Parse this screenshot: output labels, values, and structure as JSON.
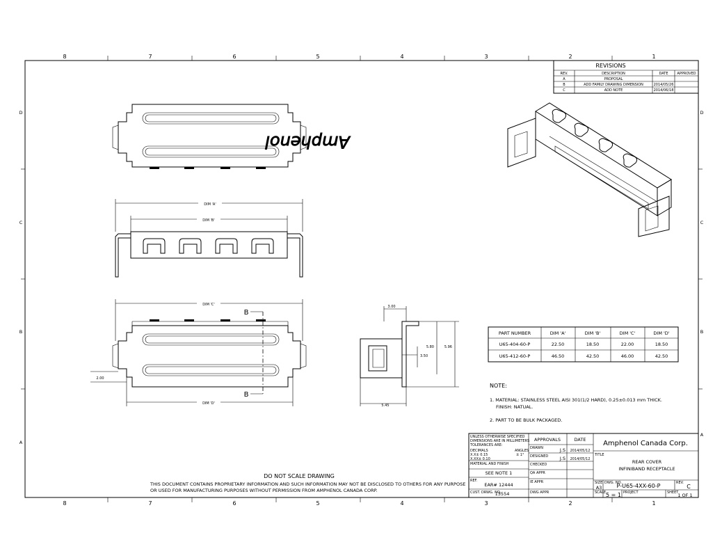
{
  "zone_columns": [
    "8",
    "7",
    "6",
    "5",
    "4",
    "3",
    "2",
    "1"
  ],
  "zone_rows": [
    "D",
    "C",
    "B",
    "A"
  ],
  "revisions": {
    "title": "REVISIONS",
    "headers": [
      "REV.",
      "DESCRIPTION",
      "DATE",
      "APPROVED"
    ],
    "rows": [
      {
        "rev": "A",
        "description": "PROPOSAL",
        "date": "",
        "approved": ""
      },
      {
        "rev": "B",
        "description": "ADD FAMILY DRAWING DIMENSION",
        "date": "2014/05/26",
        "approved": ""
      },
      {
        "rev": "C",
        "description": "ADD NOTE",
        "date": "2014/06/18",
        "approved": ""
      }
    ]
  },
  "logo_text": "Amphenol",
  "dims": {
    "a": "DIM 'A'",
    "b": "DIM 'B'",
    "c": "DIM 'C'",
    "d": "DIM 'D'",
    "v300": "3.00",
    "v580": "5.80",
    "v596": "5.96",
    "v350": "3.50",
    "v545": "5.45",
    "v200": "2.00",
    "section": "B"
  },
  "part_table": {
    "headers": [
      "PART NUMBER",
      "DIM 'A'",
      "DIM 'B'",
      "DIM 'C'",
      "DIM 'D'"
    ],
    "rows": [
      [
        "U65-404-60-P",
        "22.50",
        "18.50",
        "22.00",
        "18.50"
      ],
      [
        "U65-412-60-P",
        "46.50",
        "42.50",
        "46.00",
        "42.50"
      ]
    ]
  },
  "notes": {
    "title": "NOTE:",
    "line1": "1. MATERIAL: STAINLESS STEEL AISI 301(1/2 HARD), 0.25±0.013 mm THICK.",
    "line1b": "FINISH: NATUAL.",
    "line2": "2. PART TO BE BULK PACKAGED."
  },
  "disclaimer": {
    "dns": "DO  NOT  SCALE  DRAWING",
    "line1": "THIS DOCUMENT CONTAINS PROPRIETARY INFORMATION AND SUCH INFORMATION MAY NOT BE DISCLOSED TO OTHERS FOR ANY PURPOSE",
    "line2": "OR USED FOR MANUFACTURING PURPOSES WITHOUT PERMISSION FROM AMPHENOL CANADA CORP."
  },
  "title_block": {
    "tol1": "UNLESS OTHERWISE SPECIFIED",
    "tol2": "DIMENSIONS ARE IN MILLIMETERS",
    "tol3": "TOLERANCES ARE:",
    "decimals": "DECIMALS",
    "angles": "ANGLES",
    "xx": "X.X±  0.15",
    "xxx": "X.XX±  0.10",
    "ang": "±  1°",
    "material_lbl": "MATERIAL AND FINISH",
    "material": "SEE NOTE 1",
    "ref_lbl": "REF.",
    "ear": "EAR# 12444",
    "cust_lbl": "CUST. DRWG. NO.",
    "cust": "13554",
    "approvals": "APPROVALS",
    "date": "DATE",
    "drawn_lbl": "DRAWN",
    "drawn": "J.S",
    "drawn_date": "2014/05/12",
    "designed_lbl": "DESIGNED",
    "designed": "J.S",
    "designed_date": "2014/05/12",
    "checked_lbl": "CHECKED",
    "qa_lbl": "QA APPR",
    "ie_lbl": "IE APPR",
    "dwg_appr_lbl": "DWG APPR",
    "company": "Amphenol Canada Corp.",
    "title_lbl": "TITLE",
    "title1": "REAR COVER",
    "title2": "INFINIBAND RECEPTACLE",
    "size_lbl": "SIZE",
    "size": "A3",
    "dwg_no_lbl": "DWG. NO.",
    "dwg_no": "P-U65-4XX-60-P",
    "rev_lbl": "REV.",
    "rev": "C",
    "scale_lbl": "SCALE",
    "scale": "5 = 1",
    "project_lbl": "PROJECT",
    "sheet_lbl": "SHEET",
    "sheet": "1 OF 1"
  }
}
